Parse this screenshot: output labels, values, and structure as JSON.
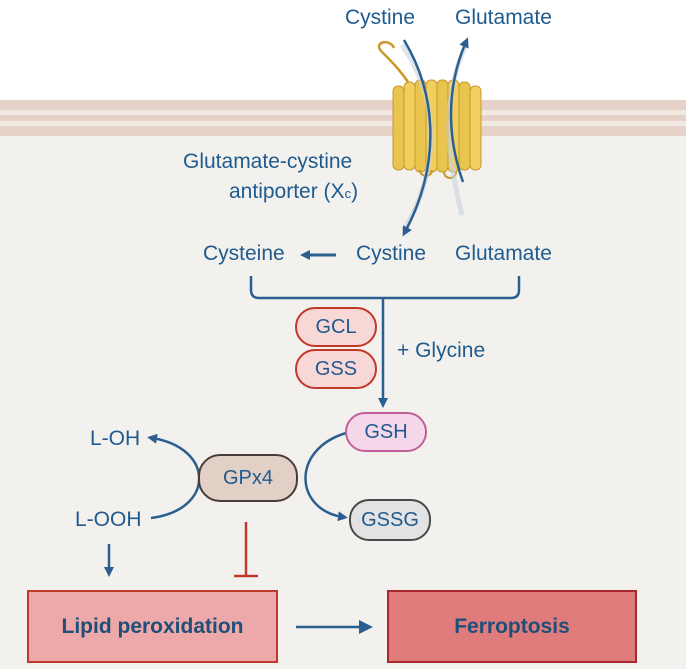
{
  "labels": {
    "cystine_out": "Cystine",
    "glutamate_out": "Glutamate",
    "antiporter_line1": "Glutamate-cystine",
    "antiporter_line2": "antiporter (X",
    "antiporter_sub": "c",
    "antiporter_close": ")",
    "cysteine": "Cysteine",
    "cystine_in": "Cystine",
    "glutamate_in": "Glutamate",
    "glycine": "+ Glycine",
    "l_oh": "L-OH",
    "l_ooh": "L-OOH"
  },
  "enzymes": {
    "gcl": "GCL",
    "gss": "GSS",
    "gsh": "GSH",
    "gpx4": "GPx4",
    "gssg": "GSSG"
  },
  "outcomes": {
    "lipid_peroxidation": "Lipid peroxidation",
    "ferroptosis": "Ferroptosis"
  },
  "colors": {
    "text": "#1f5b8e",
    "arrow": "#2b5f8f",
    "membrane": "#e6d2c8",
    "cytoplasm": "#f3f1ee",
    "transporter": "#e9c44e",
    "inhibition": "#c0392b"
  }
}
